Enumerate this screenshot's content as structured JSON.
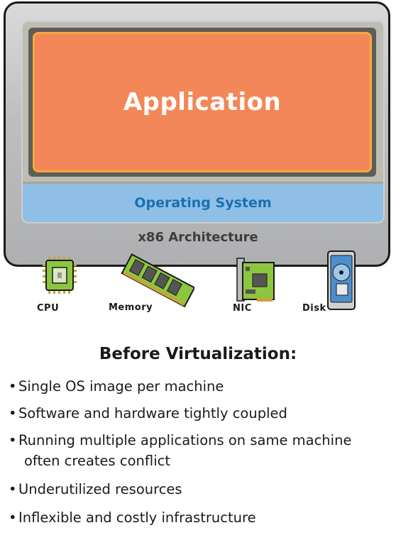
{
  "diagram": {
    "application_label": "Application",
    "os_label": "Operating System",
    "architecture_label": "x86 Architecture",
    "hardware": [
      {
        "label": "CPU",
        "icon": "cpu-chip-icon"
      },
      {
        "label": "Memory",
        "icon": "memory-module-icon"
      },
      {
        "label": "NIC",
        "icon": "network-card-icon"
      },
      {
        "label": "Disk",
        "icon": "hard-disk-icon"
      }
    ],
    "colors": {
      "application": "#f48757",
      "application_border": "#f3a93f",
      "os": "#8fbfe6",
      "os_text": "#1b70b0",
      "machine": "#bdbec0"
    }
  },
  "text": {
    "heading": "Before Virtualization:",
    "bullets": [
      {
        "line1": "Single OS image per machine"
      },
      {
        "line1": "Software and hardware tightly coupled"
      },
      {
        "line1": "Running multiple applications on same machine",
        "line2": "often creates conflict"
      },
      {
        "line1": "Underutilized resources"
      },
      {
        "line1": "Inflexible and costly infrastructure"
      }
    ]
  }
}
